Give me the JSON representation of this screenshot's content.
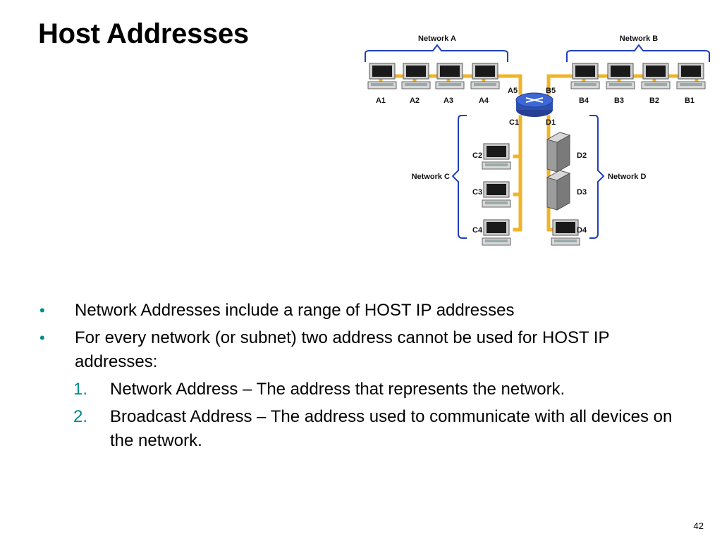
{
  "slide": {
    "title": "Host Addresses",
    "page_number": "42"
  },
  "diagram": {
    "network_labels": [
      "Network A",
      "Network B",
      "Network C",
      "Network D"
    ],
    "router_ports": [
      "A5",
      "B5",
      "C1",
      "D1"
    ],
    "hosts_a": [
      "A1",
      "A2",
      "A3",
      "A4"
    ],
    "hosts_b": [
      "B4",
      "B3",
      "B2",
      "B1"
    ],
    "hosts_c": [
      "C2",
      "C3",
      "C4"
    ],
    "hosts_d": [
      "D2",
      "D3",
      "D4"
    ],
    "colors": {
      "cable": "#f0b428",
      "brace": "#1f3fbf",
      "router": "#3d67d4"
    }
  },
  "bullets": [
    "Network Addresses include a range of HOST IP addresses",
    "For every network (or subnet) two address cannot be used for HOST IP addresses:"
  ],
  "sub_items": [
    {
      "num": "1.",
      "text": "Network Address – The address that represents the network."
    },
    {
      "num": "2.",
      "text": "Broadcast Address – The address used to communicate with all devices on the network."
    }
  ]
}
